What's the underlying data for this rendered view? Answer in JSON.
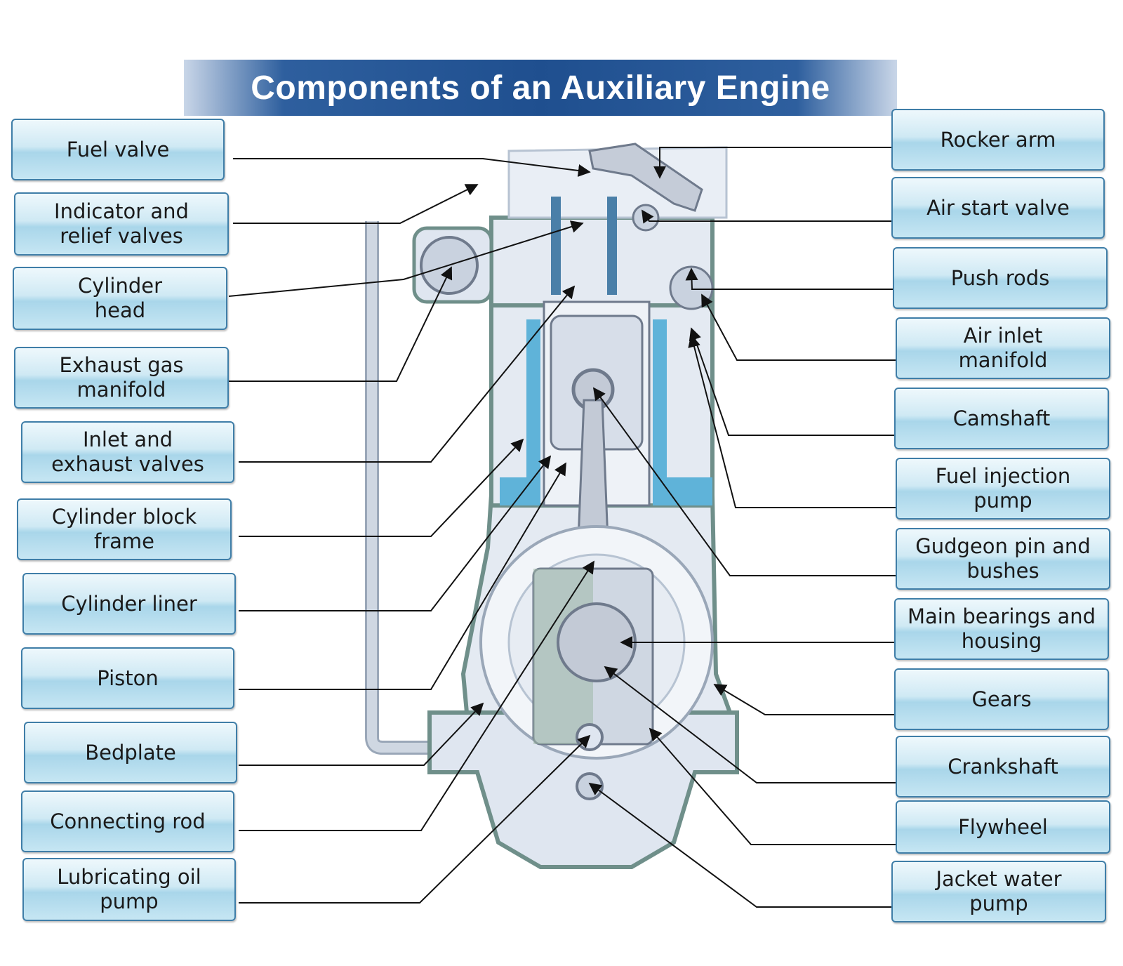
{
  "title": "Components of an Auxiliary Engine",
  "labels_left": [
    "Fuel valve",
    "Indicator and\nrelief valves",
    "Cylinder\nhead",
    "Exhaust gas\nmanifold",
    "Inlet and\nexhaust valves",
    "Cylinder block\nframe",
    "Cylinder liner",
    "Piston",
    "Bedplate",
    "Connecting rod",
    "Lubricating oil\npump"
  ],
  "labels_right": [
    "Rocker arm",
    "Air start valve",
    "Push rods",
    "Air inlet\nmanifold",
    "Camshaft",
    "Fuel injection\npump",
    "Gudgeon pin and\nbushes",
    "Main bearings and\nhousing",
    "Gears",
    "Crankshaft",
    "Flywheel",
    "Jacket water\npump"
  ],
  "colors": {
    "title_bar": "#1f4f8f",
    "label_fill": "#cfe9f4",
    "label_border": "#3f7ea8",
    "engine_metal": "#dfe6f0",
    "engine_outline": "#6f8f8a",
    "cooling_water": "#5fb3d9",
    "leader_line": "#111111"
  }
}
